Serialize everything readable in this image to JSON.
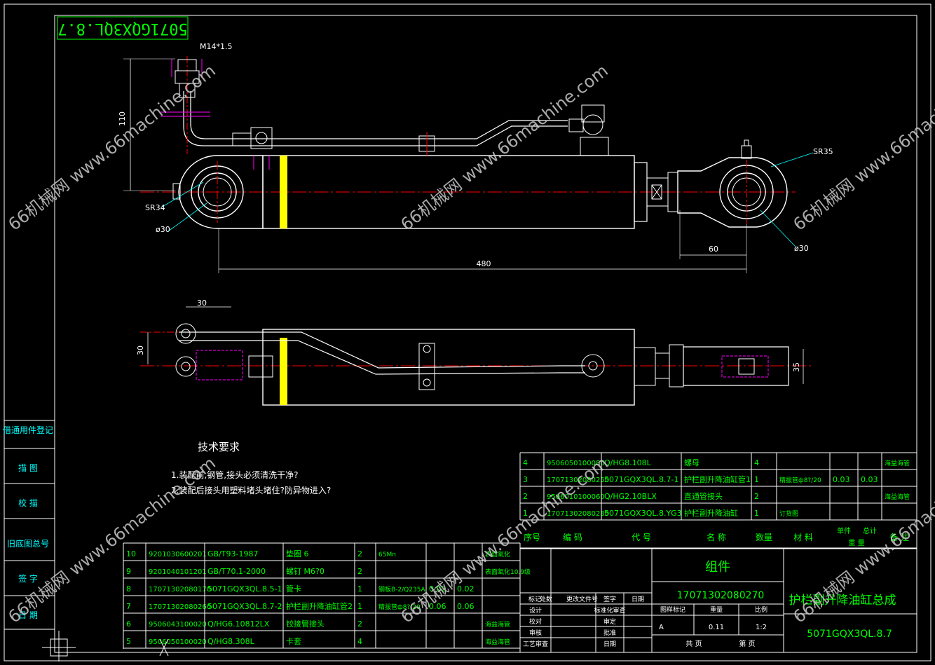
{
  "stamp": "5071GQX3QL.8.7",
  "watermarks": [
    "66机械网 www.66machine.com",
    "66机械网 www.66machine.com",
    "66机械网 www.66machine.com",
    "66机械网 www.66machine.com",
    "66机械网 www.66machine.com",
    "66机械网 www.66machine.com"
  ],
  "front_view": {
    "port_thread": "M14*1.5",
    "height_dim": "110",
    "sr_left": "SR34",
    "dia_left": "ø30",
    "sr_right": "SR35",
    "dia_right": "ø30",
    "dim_60": "60",
    "dim_480": "480"
  },
  "top_view": {
    "dim_30_h": "30",
    "dim_30_v": "30",
    "dim_35": "35"
  },
  "tech": {
    "title": "技术要求",
    "lines": [
      "1.装配前,钢管,接头必须清洗干净?",
      "2.装配后接头用塑料堵头堵住?防异物进入?"
    ]
  },
  "side_labels": [
    "借通用件登记",
    "描 图",
    "校 描",
    "旧底图总号",
    "签 字",
    "日 期"
  ],
  "bom_right": {
    "rows": [
      {
        "no": "4",
        "code": "9506050100080",
        "std": "Q/HG8.108L",
        "name": "螺母",
        "qty": "4",
        "mat": "",
        "w1": "",
        "w2": "",
        "note": "海益海管"
      },
      {
        "no": "3",
        "code": "17071302080250",
        "std": "5071GQX3QL.8.7-1",
        "name": "护栏副升降油缸管1",
        "qty": "1",
        "mat": "精拔管ф8?/20",
        "w1": "0.03",
        "w2": "0.03",
        "note": ""
      },
      {
        "no": "2",
        "code": "9506010100060",
        "std": "Q/HG2.10BLX",
        "name": "直通管接头",
        "qty": "2",
        "mat": "",
        "w1": "",
        "w2": "",
        "note": "海益海管"
      },
      {
        "no": "1",
        "code": "17071302080280",
        "std": "5071GQX3QL.8.YG3",
        "name": "护栏副升降油缸",
        "qty": "1",
        "mat": "订货图",
        "w1": "",
        "w2": "",
        "note": ""
      }
    ],
    "header": {
      "no": "序号",
      "code": "编  码",
      "std": "代  号",
      "name": "名  称",
      "qty": "数量",
      "mat": "材  料",
      "w1": "单件",
      "w2": "总计",
      "wt": "重  量",
      "note": "备 注"
    }
  },
  "bom_left": {
    "rows": [
      {
        "no": "10",
        "code": "9201030600201",
        "std": "GB/T93-1987",
        "name": "垫圈 6",
        "qty": "2",
        "mat": "65Mn",
        "w1": "",
        "w2": "",
        "note": "表面氧化"
      },
      {
        "no": "9",
        "code": "9201040101201",
        "std": "GB/T70.1-2000",
        "name": "螺钉 M6?0",
        "qty": "2",
        "mat": "",
        "w1": "",
        "w2": "",
        "note": "表面氧化10.9级"
      },
      {
        "no": "8",
        "code": "17071302080170",
        "std": "5071GQX3QL.8.5-1",
        "name": "管卡",
        "qty": "1",
        "mat": "钢板B-2/Q235A",
        "w1": "0.02",
        "w2": "0.02",
        "note": ""
      },
      {
        "no": "7",
        "code": "17071302080260",
        "std": "5071GQX3QL.8.7-2",
        "name": "护栏副升降油缸管2",
        "qty": "1",
        "mat": "精拔管ф8?/20",
        "w1": "0.06",
        "w2": "0.06",
        "note": ""
      },
      {
        "no": "6",
        "code": "9506043100020",
        "std": "Q/HG6.10812LX",
        "name": "铰接管接头",
        "qty": "2",
        "mat": "",
        "w1": "",
        "w2": "",
        "note": "海益海管"
      },
      {
        "no": "5",
        "code": "9506050100020",
        "std": "Q/HG8.308L",
        "name": "卡套",
        "qty": "4",
        "mat": "",
        "w1": "",
        "w2": "",
        "note": "海益海管"
      }
    ]
  },
  "title_block": {
    "category": "组件",
    "part_code": "17071302080270",
    "part_name": "护栏副升降油缸总成",
    "drawing_no": "5071GQX3QL.8.7",
    "stage": "A",
    "weight": "0.11",
    "scale": "1:2",
    "left_labels": [
      "标记",
      "处数",
      "更改文件号",
      "签字",
      "日期"
    ],
    "role_labels": [
      "设计",
      "校对",
      "审核",
      "工艺审查"
    ],
    "role_labels2": [
      "标准化审查",
      "审定",
      "批准",
      "日期"
    ],
    "stage_hdr": "图样标记",
    "weight_hdr": "重量",
    "scale_hdr": "比例",
    "sheet_total": "共  页",
    "sheet_no": "第  页"
  },
  "colors": {
    "frame": "#ffffff",
    "green": "#00ff00",
    "cyan": "#00ffff",
    "red": "#ff0000",
    "magenta": "#ff00ff",
    "yellow": "#ffff00"
  }
}
